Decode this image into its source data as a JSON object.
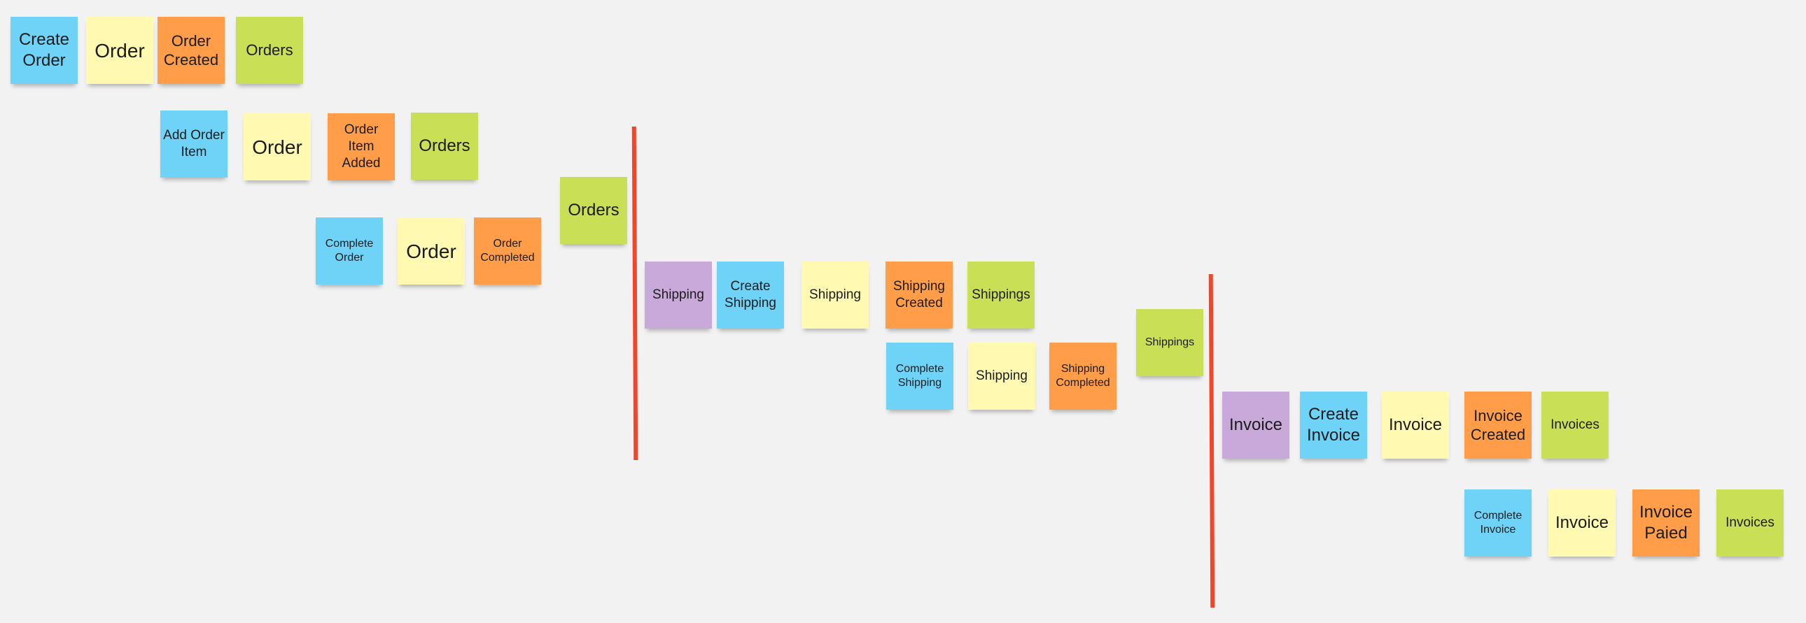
{
  "colors": {
    "command": "#6fd3f7",
    "aggregate": "#fff9b1",
    "event": "#ff9d48",
    "read_model": "#c9df56",
    "context": "#c9a9d9",
    "boundary": "#f0472b",
    "background": "#f2f2f2"
  },
  "notes": {
    "r1_command": "Create Order",
    "r1_aggregate": "Order",
    "r1_event": "Order Created",
    "r1_readmodel": "Orders",
    "r2_command": "Add Order Item",
    "r2_aggregate": "Order",
    "r2_event": "Order Item Added",
    "r2_readmodel": "Orders",
    "r3_command": "Complete Order",
    "r3_aggregate": "Order",
    "r3_event": "Order Completed",
    "orders_readmodel": "Orders",
    "shipping_context": "Shipping",
    "r4_command": "Create Shipping",
    "r4_aggregate": "Shipping",
    "r4_event": "Shipping Created",
    "r4_readmodel": "Shippings",
    "r5_command": "Complete Shipping",
    "r5_aggregate": "Shipping",
    "r5_event": "Shipping Completed",
    "shippings_readmodel": "Shippings",
    "invoice_context": "Invoice",
    "r6_command": "Create Invoice",
    "r6_aggregate": "Invoice",
    "r6_event": "Invoice Created",
    "r6_readmodel": "Invoices",
    "r7_command": "Complete Invoice",
    "r7_aggregate": "Invoice",
    "r7_event": "Invoice Paied",
    "r7_readmodel": "Invoices"
  }
}
